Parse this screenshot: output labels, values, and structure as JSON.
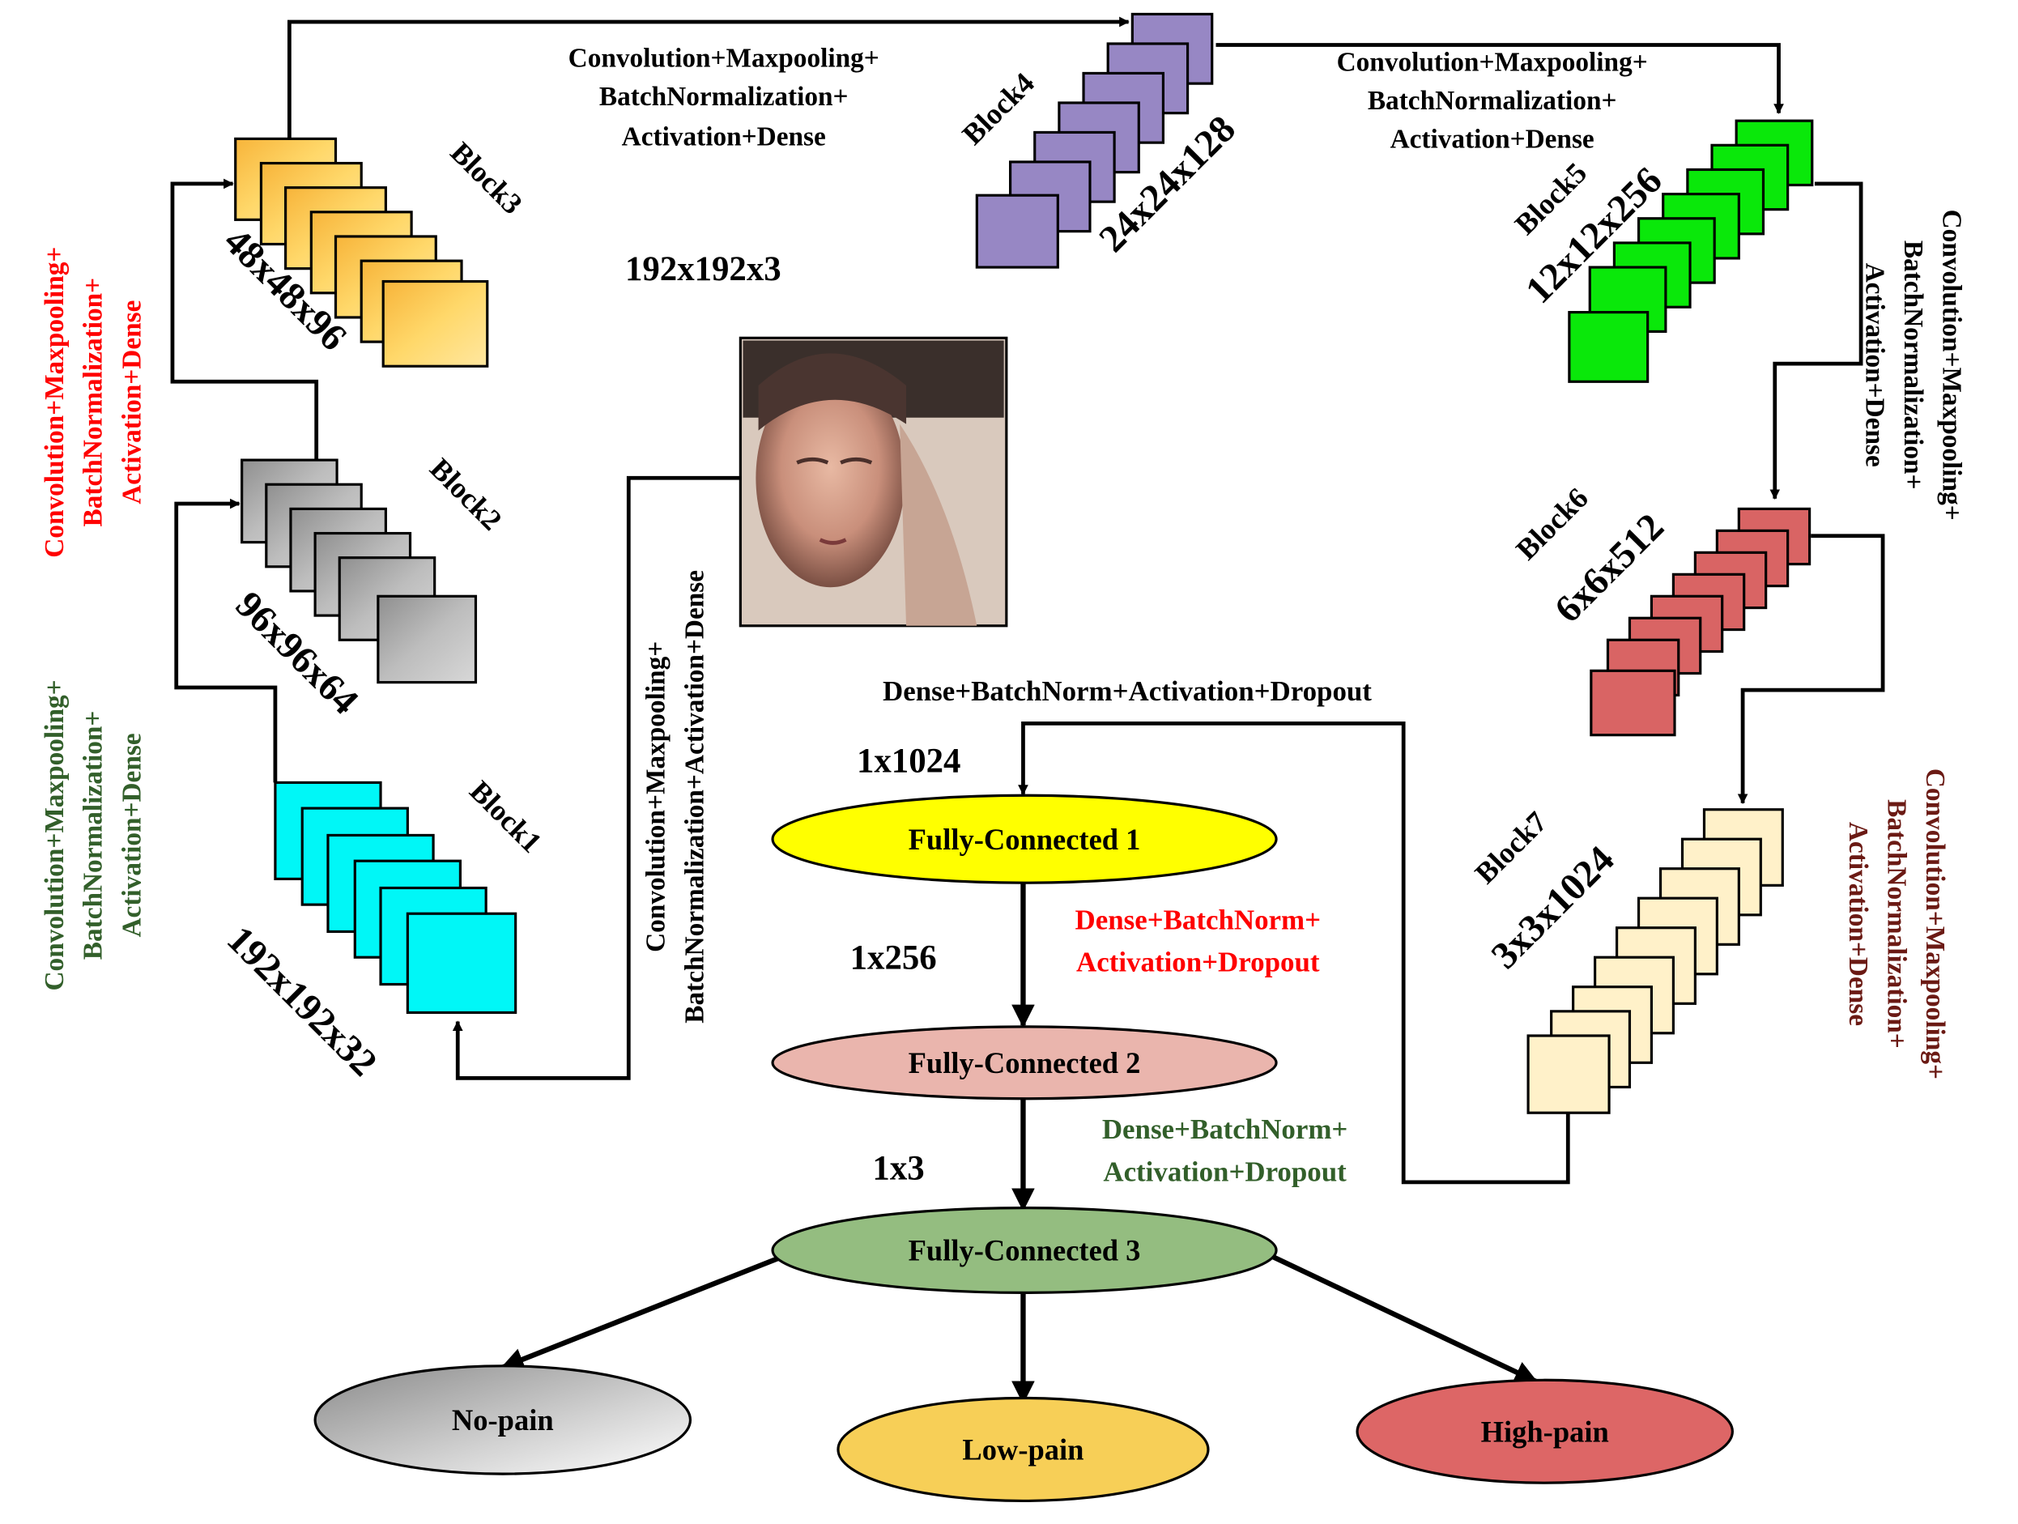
{
  "colors": {
    "block1": "#00f7f7",
    "block2": "#b5b5b5",
    "block3": "#ffd15e",
    "block4": "#9787c4",
    "block5": "#0ae80a",
    "block6": "#d96464",
    "block7": "#fff1c9",
    "fc1": "#ffff00",
    "fc2": "#eab5ad",
    "fc3": "#94bd80",
    "no_pain": "#c4c4c4",
    "low_pain": "#f7cf57",
    "high_pain": "#dd6666",
    "red_text": "#ff0000",
    "green_text": "#325f2a",
    "brown_text": "#6b1a14"
  },
  "input": {
    "size_label": "192x192x3",
    "image_icon": "face-photo-icon"
  },
  "blocks": [
    {
      "name": "Block1",
      "dims": "192x192x32"
    },
    {
      "name": "Block2",
      "dims": "96x96x64"
    },
    {
      "name": "Block3",
      "dims": "48x48x96"
    },
    {
      "name": "Block4",
      "dims": "24x24x128"
    },
    {
      "name": "Block5",
      "dims": "12x12x256"
    },
    {
      "name": "Block6",
      "dims": "6x6x512"
    },
    {
      "name": "Block7",
      "dims": "3x3x1024"
    }
  ],
  "conv_label": {
    "line1": "Convolution+Maxpooling+",
    "line2": "BatchNormalization+",
    "line3": "Activation+Dense",
    "input_line2": "BatchNormalization+Activation+Dense"
  },
  "dense_top": "Dense+BatchNorm+Activation+Dropout",
  "dense_mid": {
    "line1": "Dense+BatchNorm+",
    "line2": "Activation+Dropout"
  },
  "fc": [
    {
      "label": "Fully-Connected 1",
      "size": "1x1024"
    },
    {
      "label": "Fully-Connected 2",
      "size": "1x256"
    },
    {
      "label": "Fully-Connected 3",
      "size": "1x3"
    }
  ],
  "outputs": [
    "No-pain",
    "Low-pain",
    "High-pain"
  ]
}
